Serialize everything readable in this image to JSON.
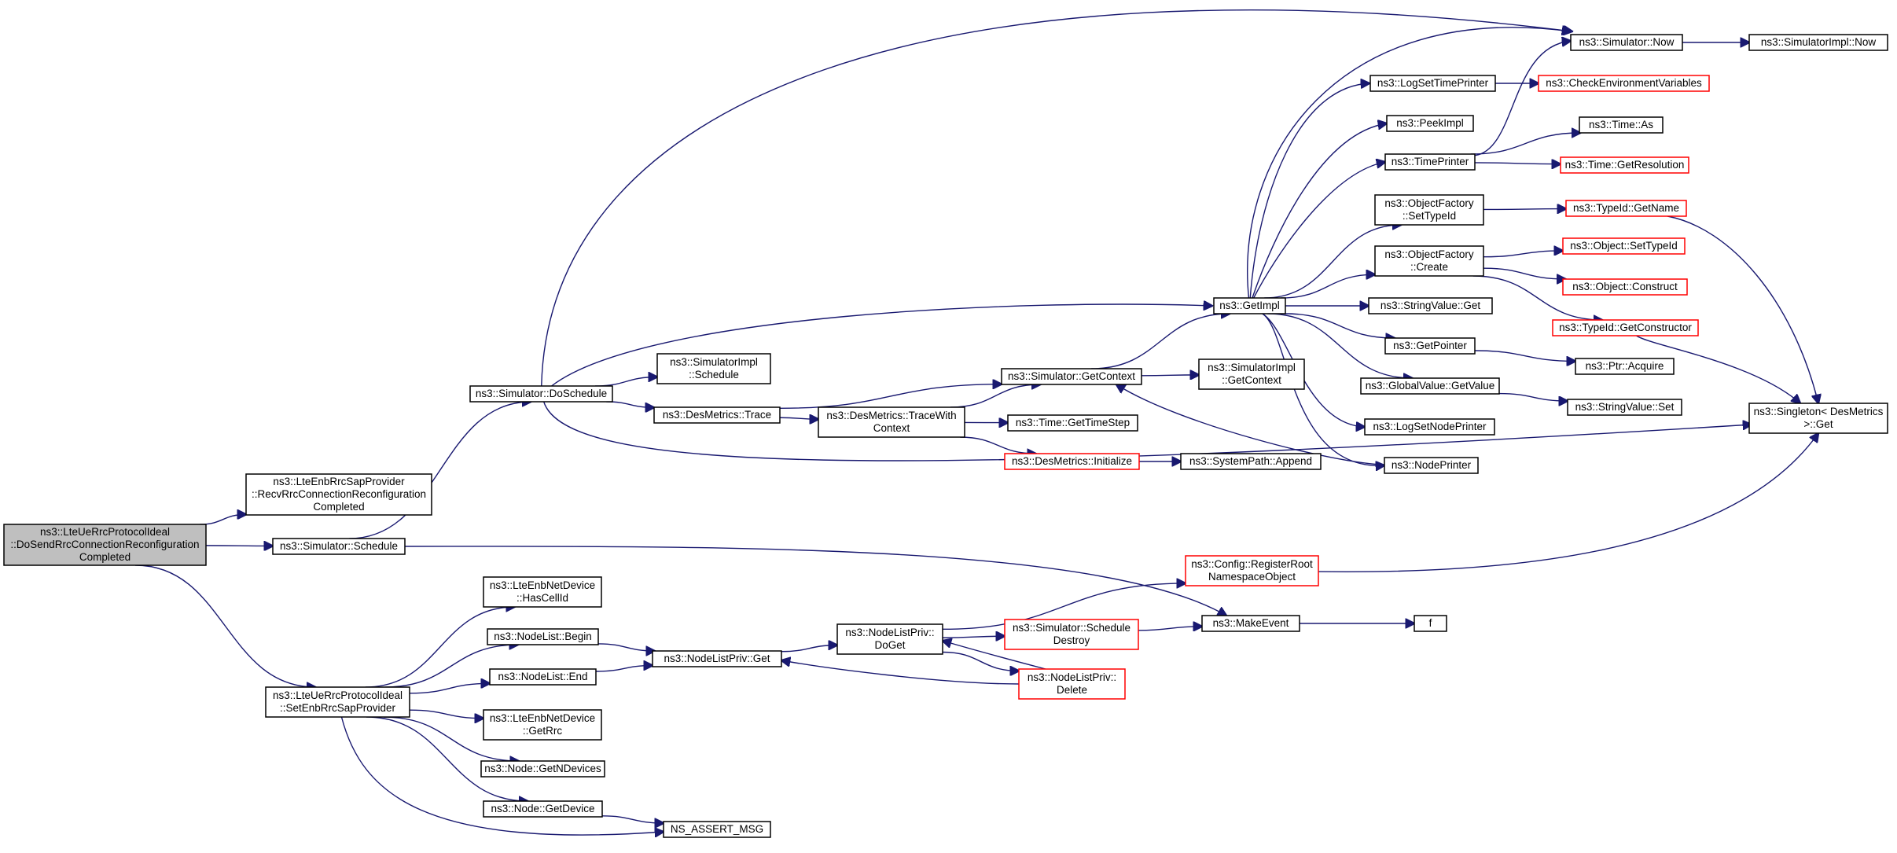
{
  "colors": {
    "edge": "#191970",
    "root_fill": "#bfbfbf",
    "node_fill": "#ffffff",
    "node_border": "#000000",
    "truncated_border": "#ff0000"
  },
  "nodes": [
    {
      "id": "root",
      "lines": [
        "ns3::LteUeRrcProtocolIdeal",
        "::DoSendRrcConnectionReconfiguration",
        "Completed"
      ],
      "kind": "root"
    },
    {
      "id": "recv",
      "lines": [
        "ns3::LteEnbRrcSapProvider",
        "::RecvRrcConnectionReconfiguration",
        "Completed"
      ],
      "kind": "normal"
    },
    {
      "id": "schedule",
      "lines": [
        "ns3::Simulator::Schedule"
      ],
      "kind": "normal"
    },
    {
      "id": "setEnb",
      "lines": [
        "ns3::LteUeRrcProtocolIdeal",
        "::SetEnbRrcSapProvider"
      ],
      "kind": "normal"
    },
    {
      "id": "doSchedule",
      "lines": [
        "ns3::Simulator::DoSchedule"
      ],
      "kind": "normal"
    },
    {
      "id": "implSchedule",
      "lines": [
        "ns3::SimulatorImpl",
        "::Schedule"
      ],
      "kind": "normal"
    },
    {
      "id": "trace",
      "lines": [
        "ns3::DesMetrics::Trace"
      ],
      "kind": "normal"
    },
    {
      "id": "traceWith",
      "lines": [
        "ns3::DesMetrics::TraceWith",
        "Context"
      ],
      "kind": "normal"
    },
    {
      "id": "getContext",
      "lines": [
        "ns3::Simulator::GetContext"
      ],
      "kind": "normal"
    },
    {
      "id": "implGetContext",
      "lines": [
        "ns3::SimulatorImpl",
        "::GetContext"
      ],
      "kind": "normal"
    },
    {
      "id": "getTimeStep",
      "lines": [
        "ns3::Time::GetTimeStep"
      ],
      "kind": "normal"
    },
    {
      "id": "desInit",
      "lines": [
        "ns3::DesMetrics::Initialize"
      ],
      "kind": "truncated"
    },
    {
      "id": "sysPath",
      "lines": [
        "ns3::SystemPath::Append"
      ],
      "kind": "normal"
    },
    {
      "id": "getImpl",
      "lines": [
        "ns3::GetImpl"
      ],
      "kind": "normal"
    },
    {
      "id": "simNow",
      "lines": [
        "ns3::Simulator::Now"
      ],
      "kind": "normal"
    },
    {
      "id": "implNow",
      "lines": [
        "ns3::SimulatorImpl::Now"
      ],
      "kind": "normal"
    },
    {
      "id": "logSetTime",
      "lines": [
        "ns3::LogSetTimePrinter"
      ],
      "kind": "normal"
    },
    {
      "id": "checkEnv",
      "lines": [
        "ns3::CheckEnvironmentVariables"
      ],
      "kind": "truncated"
    },
    {
      "id": "peekImpl",
      "lines": [
        "ns3::PeekImpl"
      ],
      "kind": "normal"
    },
    {
      "id": "timePrinter",
      "lines": [
        "ns3::TimePrinter"
      ],
      "kind": "normal"
    },
    {
      "id": "timeAs",
      "lines": [
        "ns3::Time::As"
      ],
      "kind": "normal"
    },
    {
      "id": "getRes",
      "lines": [
        "ns3::Time::GetResolution"
      ],
      "kind": "truncated"
    },
    {
      "id": "ofSetType",
      "lines": [
        "ns3::ObjectFactory",
        "::SetTypeId"
      ],
      "kind": "normal"
    },
    {
      "id": "typeGetName",
      "lines": [
        "ns3::TypeId::GetName"
      ],
      "kind": "truncated"
    },
    {
      "id": "ofCreate",
      "lines": [
        "ns3::ObjectFactory",
        "::Create"
      ],
      "kind": "normal"
    },
    {
      "id": "objSetType",
      "lines": [
        "ns3::Object::SetTypeId"
      ],
      "kind": "truncated"
    },
    {
      "id": "objConstruct",
      "lines": [
        "ns3::Object::Construct"
      ],
      "kind": "truncated"
    },
    {
      "id": "getCtor",
      "lines": [
        "ns3::TypeId::GetConstructor"
      ],
      "kind": "truncated"
    },
    {
      "id": "strGet",
      "lines": [
        "ns3::StringValue::Get"
      ],
      "kind": "normal"
    },
    {
      "id": "getPointer",
      "lines": [
        "ns3::GetPointer"
      ],
      "kind": "normal"
    },
    {
      "id": "ptrAcquire",
      "lines": [
        "ns3::Ptr::Acquire"
      ],
      "kind": "normal"
    },
    {
      "id": "gvGetValue",
      "lines": [
        "ns3::GlobalValue::GetValue"
      ],
      "kind": "normal"
    },
    {
      "id": "strSet",
      "lines": [
        "ns3::StringValue::Set"
      ],
      "kind": "normal"
    },
    {
      "id": "logSetNode",
      "lines": [
        "ns3::LogSetNodePrinter"
      ],
      "kind": "normal"
    },
    {
      "id": "nodePrinter",
      "lines": [
        "ns3::NodePrinter"
      ],
      "kind": "normal"
    },
    {
      "id": "singleton",
      "lines": [
        "ns3::Singleton< DesMetrics",
        ">::Get"
      ],
      "kind": "normal"
    },
    {
      "id": "regRoot",
      "lines": [
        "ns3::Config::RegisterRoot",
        "NamespaceObject"
      ],
      "kind": "truncated"
    },
    {
      "id": "makeEvent",
      "lines": [
        "ns3::MakeEvent"
      ],
      "kind": "normal"
    },
    {
      "id": "f",
      "lines": [
        "f"
      ],
      "kind": "normal"
    },
    {
      "id": "hasCellId",
      "lines": [
        "ns3::LteEnbNetDevice",
        "::HasCellId"
      ],
      "kind": "normal"
    },
    {
      "id": "nlBegin",
      "lines": [
        "ns3::NodeList::Begin"
      ],
      "kind": "normal"
    },
    {
      "id": "nlEnd",
      "lines": [
        "ns3::NodeList::End"
      ],
      "kind": "normal"
    },
    {
      "id": "getRrc",
      "lines": [
        "ns3::LteEnbNetDevice",
        "::GetRrc"
      ],
      "kind": "normal"
    },
    {
      "id": "getNDev",
      "lines": [
        "ns3::Node::GetNDevices"
      ],
      "kind": "normal"
    },
    {
      "id": "getDev",
      "lines": [
        "ns3::Node::GetDevice"
      ],
      "kind": "normal"
    },
    {
      "id": "nlpGet",
      "lines": [
        "ns3::NodeListPriv::Get"
      ],
      "kind": "normal"
    },
    {
      "id": "nlpDoGet",
      "lines": [
        "ns3::NodeListPriv::",
        "DoGet"
      ],
      "kind": "normal"
    },
    {
      "id": "simDestroy",
      "lines": [
        "ns3::Simulator::Schedule",
        "Destroy"
      ],
      "kind": "truncated"
    },
    {
      "id": "nlpDelete",
      "lines": [
        "ns3::NodeListPriv::",
        "Delete"
      ],
      "kind": "truncated"
    },
    {
      "id": "assertMsg",
      "lines": [
        "NS_ASSERT_MSG"
      ],
      "kind": "normal"
    }
  ],
  "edges": [
    [
      "root",
      "recv"
    ],
    [
      "root",
      "schedule"
    ],
    [
      "root",
      "setEnb"
    ],
    [
      "schedule",
      "doSchedule"
    ],
    [
      "schedule",
      "makeEvent"
    ],
    [
      "doSchedule",
      "simNow"
    ],
    [
      "doSchedule",
      "getImpl"
    ],
    [
      "doSchedule",
      "implSchedule"
    ],
    [
      "doSchedule",
      "trace"
    ],
    [
      "doSchedule",
      "singleton"
    ],
    [
      "trace",
      "getContext"
    ],
    [
      "trace",
      "traceWith"
    ],
    [
      "traceWith",
      "getContext"
    ],
    [
      "traceWith",
      "getTimeStep"
    ],
    [
      "traceWith",
      "desInit"
    ],
    [
      "getContext",
      "getImpl"
    ],
    [
      "getContext",
      "implGetContext"
    ],
    [
      "desInit",
      "sysPath"
    ],
    [
      "getImpl",
      "simNow"
    ],
    [
      "getImpl",
      "logSetTime"
    ],
    [
      "getImpl",
      "peekImpl"
    ],
    [
      "getImpl",
      "timePrinter"
    ],
    [
      "getImpl",
      "ofSetType"
    ],
    [
      "getImpl",
      "ofCreate"
    ],
    [
      "getImpl",
      "strGet"
    ],
    [
      "getImpl",
      "getPointer"
    ],
    [
      "getImpl",
      "gvGetValue"
    ],
    [
      "getImpl",
      "logSetNode"
    ],
    [
      "getImpl",
      "nodePrinter"
    ],
    [
      "simNow",
      "implNow"
    ],
    [
      "logSetTime",
      "checkEnv"
    ],
    [
      "timePrinter",
      "simNow"
    ],
    [
      "timePrinter",
      "timeAs"
    ],
    [
      "timePrinter",
      "getRes"
    ],
    [
      "ofSetType",
      "typeGetName"
    ],
    [
      "typeGetName",
      "singleton"
    ],
    [
      "ofCreate",
      "objSetType"
    ],
    [
      "ofCreate",
      "objConstruct"
    ],
    [
      "ofCreate",
      "getCtor"
    ],
    [
      "getCtor",
      "singleton"
    ],
    [
      "getPointer",
      "ptrAcquire"
    ],
    [
      "gvGetValue",
      "strSet"
    ],
    [
      "nodePrinter",
      "getContext"
    ],
    [
      "regRoot",
      "singleton"
    ],
    [
      "makeEvent",
      "f"
    ],
    [
      "setEnb",
      "hasCellId"
    ],
    [
      "setEnb",
      "nlBegin"
    ],
    [
      "setEnb",
      "nlEnd"
    ],
    [
      "setEnb",
      "getRrc"
    ],
    [
      "setEnb",
      "getNDev"
    ],
    [
      "setEnb",
      "getDev"
    ],
    [
      "setEnb",
      "assertMsg"
    ],
    [
      "nlBegin",
      "nlpGet"
    ],
    [
      "nlEnd",
      "nlpGet"
    ],
    [
      "nlpGet",
      "nlpDoGet"
    ],
    [
      "nlpDoGet",
      "regRoot"
    ],
    [
      "nlpDoGet",
      "simDestroy"
    ],
    [
      "nlpDoGet",
      "nlpDelete"
    ],
    [
      "simDestroy",
      "makeEvent"
    ],
    [
      "nlpDelete",
      "nlpDoGet"
    ],
    [
      "nlpDelete",
      "nlpGet"
    ],
    [
      "getDev",
      "assertMsg"
    ]
  ]
}
